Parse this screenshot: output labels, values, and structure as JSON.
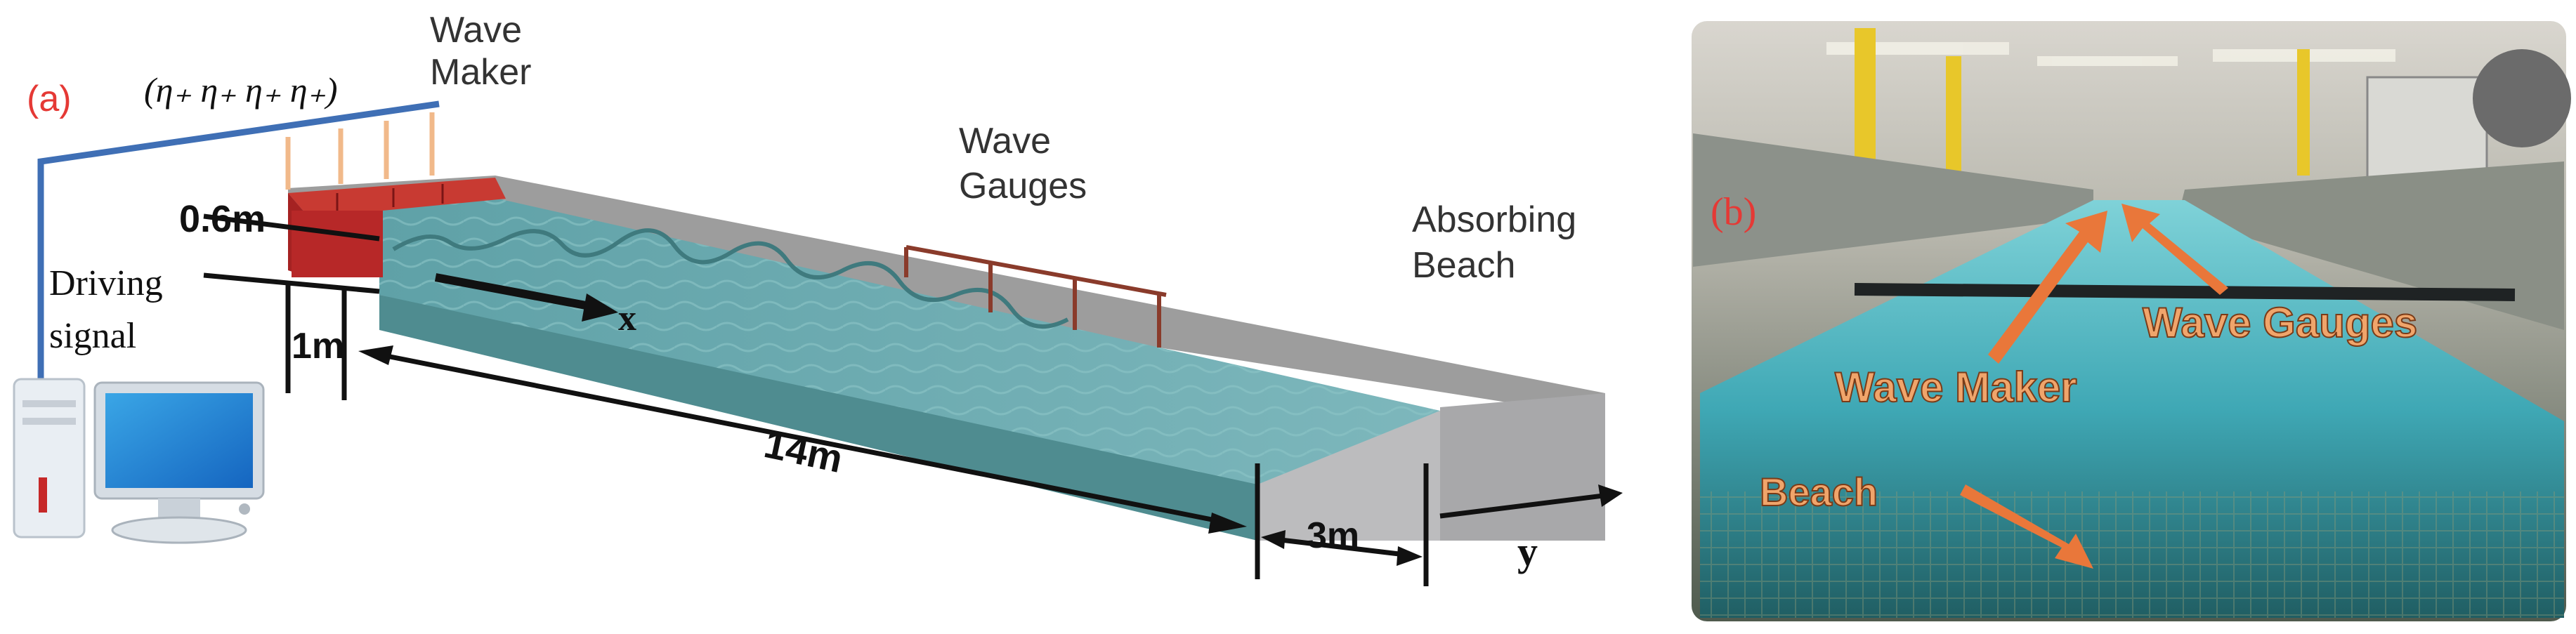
{
  "panel_a": {
    "tag": "(a)",
    "eta_group": "(η₊ η₊ η₊ η₊)",
    "wave_maker_line1": "Wave",
    "wave_maker_line2": "Maker",
    "depth_label": "0.6m",
    "driving_line1": "Driving",
    "driving_line2": "signal",
    "x_axis": "x",
    "width_label": "1m",
    "gauges_line1": "Wave",
    "gauges_line2": "Gauges",
    "beach_line1": "Absorbing",
    "beach_line2": "Beach",
    "length_label": "14m",
    "beach_length_label": "3m",
    "y_axis": "y"
  },
  "panel_b": {
    "tag": "(b)",
    "wave_maker": "Wave Maker",
    "wave_gauges": "Wave Gauges",
    "beach": "Beach"
  },
  "colors": {
    "water": "#5e9ea3",
    "paddle": "#b72828",
    "cable": "#3f6fb5",
    "rods": "#f1b98a",
    "gauge_bar": "#8a3b2b",
    "arrow_orange": "#e9773a",
    "tag_red": "#e53935"
  }
}
